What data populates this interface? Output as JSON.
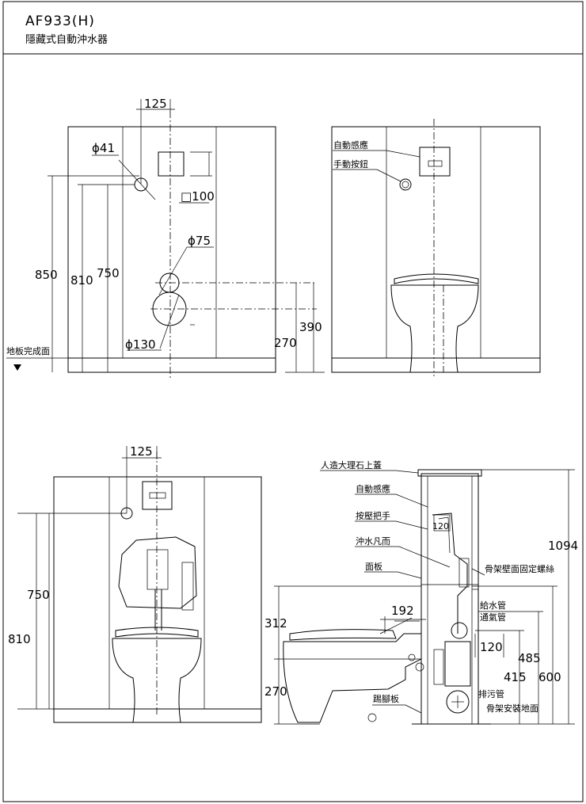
{
  "header": {
    "model": "AF933(H)",
    "product_name": "隱藏式自動沖水器"
  },
  "front_view": {
    "dims": {
      "width_125": "125",
      "d41": "ϕ41",
      "sq100": "□100",
      "d75": "ϕ75",
      "d130": "ϕ130",
      "h850": "850",
      "h810": "810",
      "h750": "750",
      "h390": "390",
      "h270": "270"
    },
    "floor_label": "地板完成面"
  },
  "side_view": {
    "labels": {
      "auto_sensor": "自動感應",
      "manual_button": "手動按鈕"
    }
  },
  "bottom_front": {
    "dims": {
      "width_125": "125",
      "h750": "750",
      "h810": "810"
    }
  },
  "section_view": {
    "labels": {
      "marble_cover": "人造大理石上蓋",
      "auto_sensor": "自動感應",
      "press_handle": "按壓把手",
      "flush_valve": "沖水凡而",
      "panel": "面板",
      "wall_screw": "骨架壁面固定螺絲",
      "water_pipe": "給水管",
      "vent_pipe": "通氣管",
      "drain_pipe": "排污管",
      "floor_mount": "骨架安裝地面",
      "kick_plate": "踢腳板"
    },
    "dims": {
      "h1094": "1094",
      "h312": "312",
      "d192": "192",
      "d120a": "120",
      "d120b": "120",
      "h485": "485",
      "h415": "415",
      "h600": "600",
      "h270": "270"
    }
  }
}
